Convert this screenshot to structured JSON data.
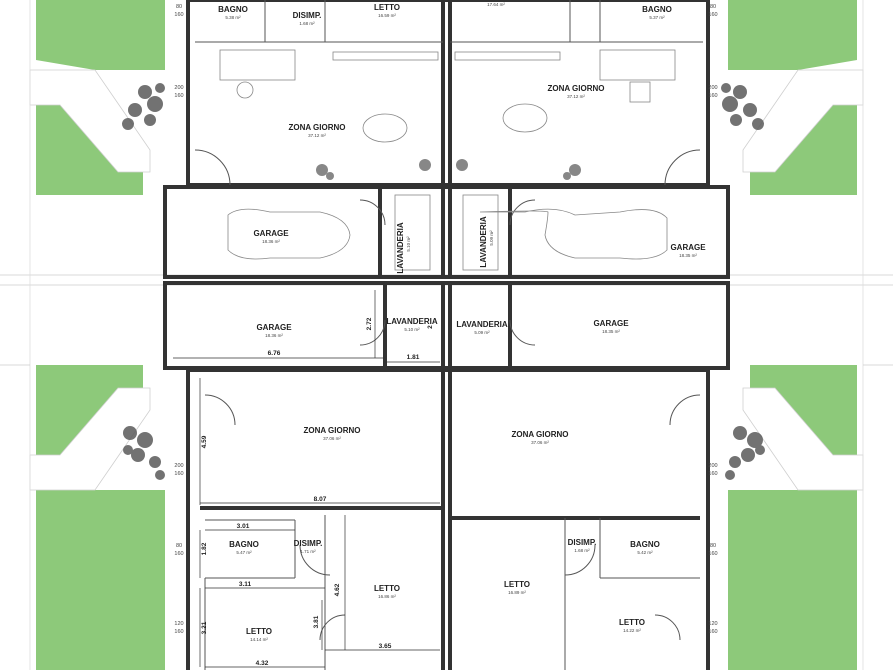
{
  "rooms": {
    "bagno_tl": {
      "name": "BAGNO",
      "area": "5.38 m²"
    },
    "disimp_tl": {
      "name": "DISIMP.",
      "area": "1.68 m²"
    },
    "letto_tl": {
      "name": "LETTO",
      "area": "16.59 m²"
    },
    "top_c": {
      "area": "17.64 m²"
    },
    "bagno_tr": {
      "name": "BAGNO",
      "area": "5.37 m²"
    },
    "zg_tl": {
      "name": "ZONA GIORNO",
      "area": "37.12 m²"
    },
    "zg_tr": {
      "name": "ZONA GIORNO",
      "area": "37.12 m²"
    },
    "garage_tl": {
      "name": "GARAGE",
      "area": "18.36 m²"
    },
    "garage_tr": {
      "name": "GARAGE",
      "area": "18.35 m²"
    },
    "lav_tl": {
      "name": "LAVANDERIA",
      "area": "5.10 m²"
    },
    "lav_tr": {
      "name": "LAVANDERIA",
      "area": "5.09 m²"
    },
    "garage_bl": {
      "name": "GARAGE",
      "area": "18.36 m²"
    },
    "garage_br": {
      "name": "GARAGE",
      "area": "18.35 m²"
    },
    "lav_bl": {
      "name": "LAVANDERIA",
      "area": "5.10 m²"
    },
    "lav_br": {
      "name": "LAVANDERIA",
      "area": "5.09 m²"
    },
    "zg_bl": {
      "name": "ZONA GIORNO",
      "area": "37.06 m²"
    },
    "zg_br": {
      "name": "ZONA GIORNO",
      "area": "37.06 m²"
    },
    "bagno_bl": {
      "name": "BAGNO",
      "area": "5.47 m²"
    },
    "disimp_bl": {
      "name": "DISIMP.",
      "area": "1.71 m²"
    },
    "letto_bl_small": {
      "name": "LETTO",
      "area": "16.86 m²"
    },
    "letto_bc": {
      "name": "LETTO",
      "area": "16.89 m²"
    },
    "disimp_br": {
      "name": "DISIMP.",
      "area": "1.68 m²"
    },
    "bagno_br": {
      "name": "BAGNO",
      "area": "5.42 m²"
    },
    "letto_bl": {
      "name": "LETTO",
      "area": "14.14 m²"
    },
    "letto_br": {
      "name": "LETTO",
      "area": "14.22 m²"
    }
  },
  "dims": {
    "d272": "2.72",
    "d676": "6.76",
    "d181": "1.81",
    "d2x": "2",
    "d459": "4.59",
    "d807": "8.07",
    "d301": "3.01",
    "d182": "1.82",
    "d311": "3.11",
    "d462": "4.62",
    "d321": "3.21",
    "d381": "3.81",
    "d365": "3.65",
    "d432": "4.32",
    "l80a": "80",
    "l160a": "160",
    "l200a": "200",
    "l160b": "160",
    "l80b": "80",
    "l160c": "160",
    "r80a": "80",
    "r160a": "160",
    "r200a": "200",
    "r160b": "160",
    "r80b": "80",
    "r160c": "160",
    "l200c": "200",
    "l160d": "160",
    "r200c": "200",
    "r160d": "160",
    "l120": "120",
    "l160e": "160",
    "r120": "120",
    "r160e": "160"
  }
}
